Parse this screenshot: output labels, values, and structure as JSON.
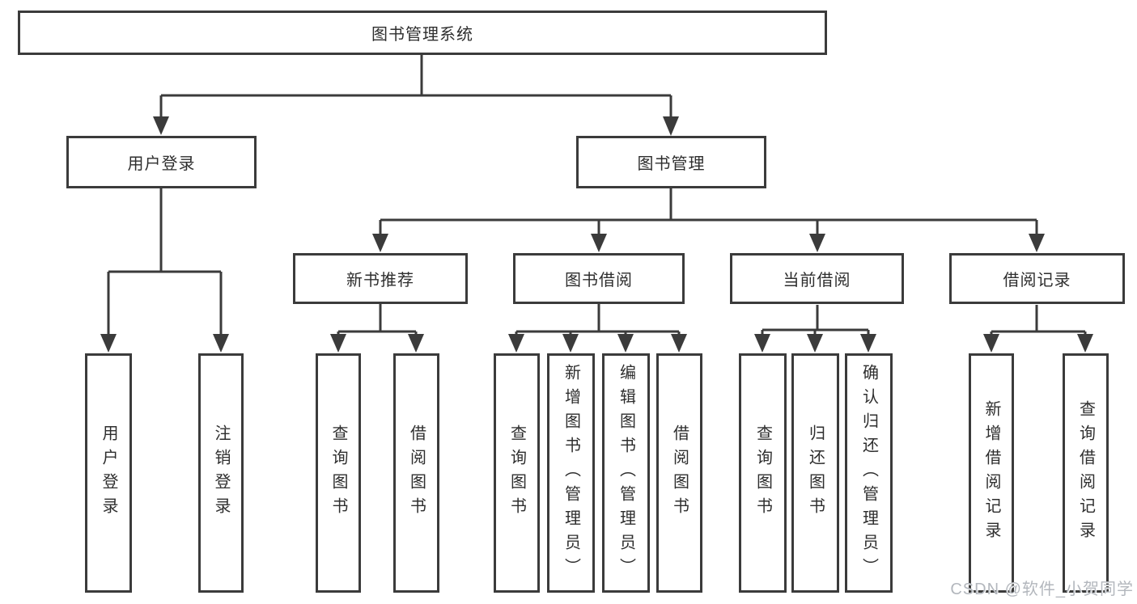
{
  "diagram": {
    "root": {
      "label": "图书管理系统"
    },
    "level2": [
      {
        "label": "用户登录"
      },
      {
        "label": "图书管理"
      }
    ],
    "level3": [
      {
        "label": "新书推荐"
      },
      {
        "label": "图书借阅"
      },
      {
        "label": "当前借阅"
      },
      {
        "label": "借阅记录"
      }
    ],
    "leaves": {
      "login": [
        "用户登录",
        "注销登录"
      ],
      "newbook": [
        "查询图书",
        "借阅图书"
      ],
      "borrow": [
        "查询图书",
        "新增图书（管理员）",
        "编辑图书（管理员）",
        "借阅图书"
      ],
      "current": [
        "查询图书",
        "归还图书",
        "确认归还（管理员）"
      ],
      "records": [
        "新增借阅记录",
        "查询借阅记录"
      ]
    }
  },
  "watermark": "CSDN @软件_小贺同学",
  "colors": {
    "line": "#3b3b3b",
    "text": "#2e2e2e",
    "watermark": "#b3b7bd",
    "background": "#ffffff"
  }
}
